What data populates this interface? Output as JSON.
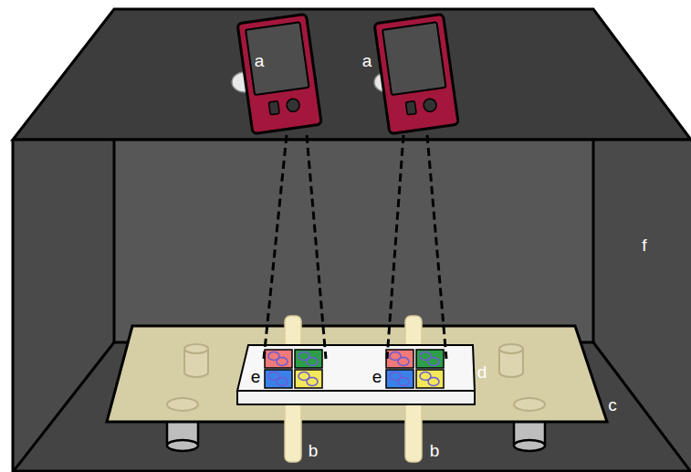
{
  "diagram": {
    "labels": [
      "a",
      "a",
      "b",
      "b",
      "c",
      "d",
      "e",
      "e",
      "f"
    ]
  }
}
